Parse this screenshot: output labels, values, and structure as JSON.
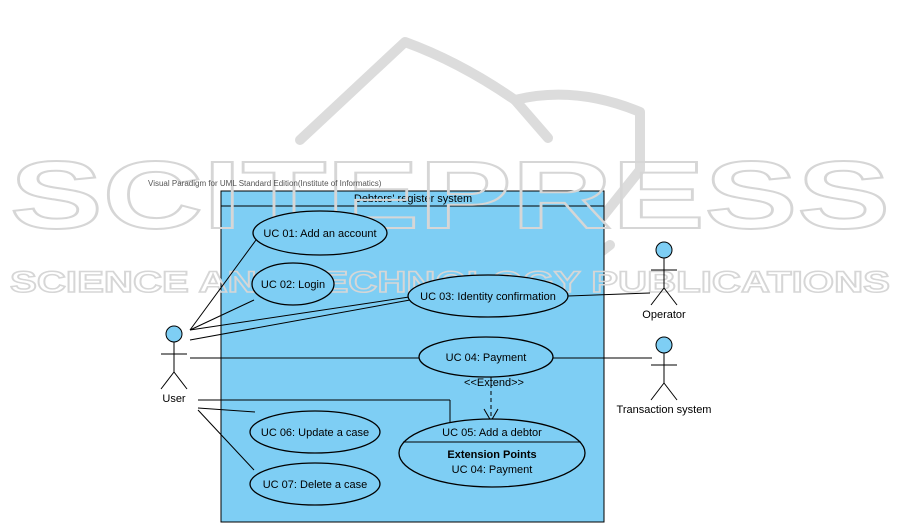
{
  "watermark": {
    "line1": "SCITEPRESS",
    "line2": "SCIENCE AND TECHNOLOGY PUBLICATIONS"
  },
  "tool_note": "Visual Paradigm for UML Standard Edition(Institute of Informatics)",
  "system": {
    "title": "Debtors' register system"
  },
  "actors": {
    "user": "User",
    "operator": "Operator",
    "transaction": "Transaction system"
  },
  "use_cases": {
    "uc01": "UC 01: Add an account",
    "uc02": "UC 02: Login",
    "uc03": "UC 03: Identity confirmation",
    "uc04": "UC 04: Payment",
    "uc05": "UC 05: Add a debtor",
    "uc05_ext_title": "Extension Points",
    "uc05_ext_item": "UC 04: Payment",
    "uc06": "UC 06: Update a case",
    "uc07": "UC 07: Delete a case"
  },
  "relations": {
    "extend": "<<Extend>>"
  },
  "colors": {
    "system_fill": "#7ecef4",
    "actor_head": "#7ecef4",
    "watermark": "#d6d6d6"
  }
}
